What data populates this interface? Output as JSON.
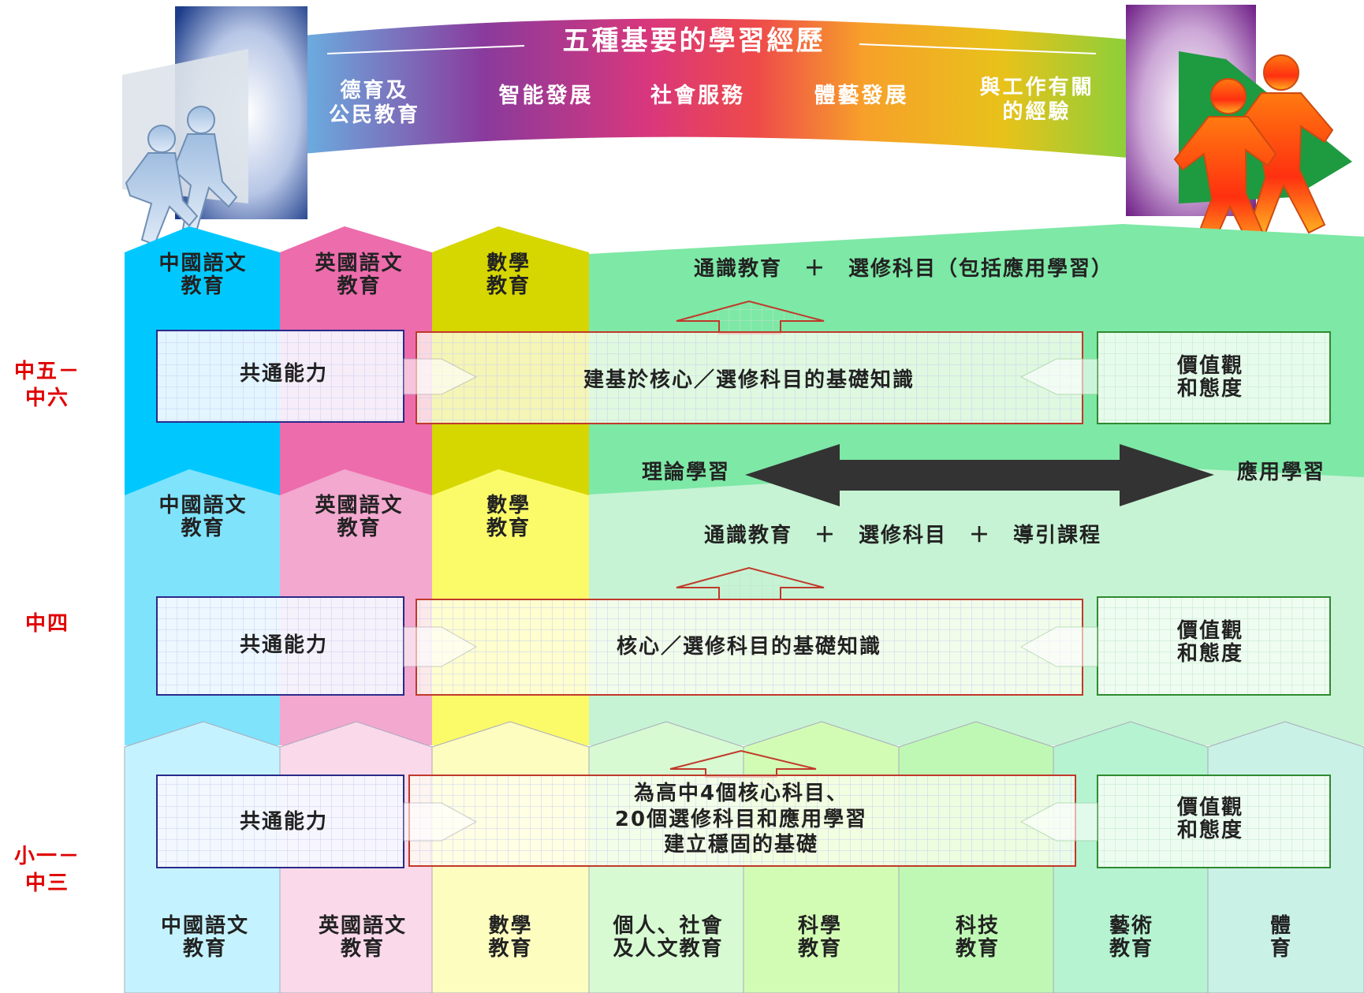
{
  "top": {
    "title": "五種基要的學習經歷",
    "experiences": [
      "德育及\n公民教育",
      "智能發展",
      "社會服務",
      "體藝發展",
      "與工作有關\n的經驗"
    ]
  },
  "side_labels": {
    "s5_6": "中五－\n中六",
    "s4": "中四",
    "p1_s3": "小一－\n中三"
  },
  "upper": {
    "columns": [
      "中國語文\n教育",
      "英國語文\n教育",
      "數學\n教育"
    ],
    "green_text": "通識教育　＋　選修科目（包括應用學習）",
    "common": "共通能力",
    "foundation": "建基於核心／選修科目的基礎知識",
    "values": "價值觀\n和態度"
  },
  "middle": {
    "columns": [
      "中國語文\n教育",
      "英國語文\n教育",
      "數學\n教育"
    ],
    "theory": "理論學習",
    "applied": "應用學習",
    "green_text": "通識教育　＋　選修科目　＋　導引課程",
    "common": "共通能力",
    "foundation": "核心／選修科目的基礎知識",
    "values": "價值觀\n和態度"
  },
  "lower": {
    "common": "共通能力",
    "foundation": "為高中4個核心科目、\n20個選修科目和應用學習\n建立穩固的基礎",
    "values": "價值觀\n和態度",
    "kla": [
      "中國語文\n教育",
      "英國語文\n教育",
      "數學\n教育",
      "個人、社會\n及人文教育",
      "科學\n教育",
      "科技\n教育",
      "藝術\n教育",
      "體\n育"
    ]
  },
  "colors": {
    "chinese": [
      "#00c8ff",
      "#7fe3fc",
      "#c4f3ff"
    ],
    "english": [
      "#ec6cac",
      "#f2a8cf",
      "#fad9ea"
    ],
    "math": [
      "#d6d600",
      "#fbfb6a",
      "#fdfdc0"
    ],
    "green": [
      "#7ee8a6",
      "#c6f3d4"
    ],
    "kla_lower": [
      "#d7fad2",
      "#d2fcb4",
      "#bff8b4",
      "#b6f3d1",
      "#c9f1e6"
    ],
    "red_box": "#c0392b",
    "blue_box": "#2a2a8a",
    "green_box": "#2f8a2f",
    "side_text": "#e00000"
  }
}
